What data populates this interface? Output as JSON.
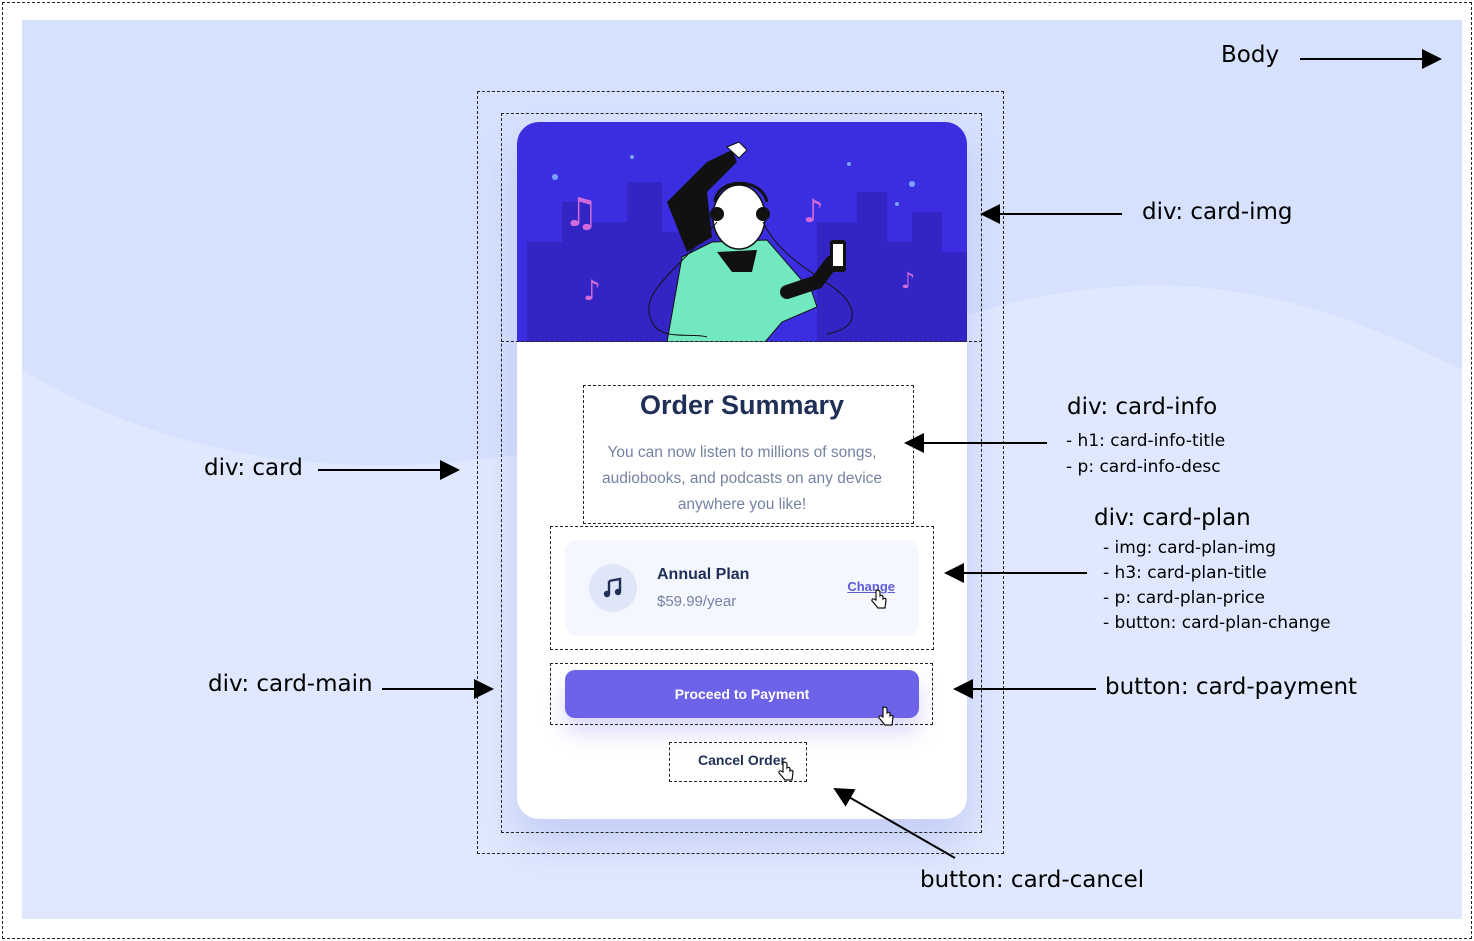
{
  "card": {
    "title": "Order Summary",
    "description": "You can now listen to millions of songs, audiobooks, and podcasts on any device anywhere you like!",
    "plan": {
      "title": "Annual Plan",
      "price": "$59.99/year",
      "change": "Change"
    },
    "payment_button": "Proceed to Payment",
    "cancel_button": "Cancel Order"
  },
  "labels": {
    "body": "Body",
    "card_img": "div: card-img",
    "card_info": "div: card-info",
    "card_info_items": [
      "- h1: card-info-title",
      "- p: card-info-desc"
    ],
    "card": "div: card",
    "card_plan": "div: card-plan",
    "card_plan_items": [
      "- img: card-plan-img",
      "- h3: card-plan-title",
      "- p: card-plan-price",
      "- button: card-plan-change"
    ],
    "card_main": "div: card-main",
    "card_payment": "button: card-payment",
    "card_cancel": "button: card-cancel"
  },
  "colors": {
    "background": "#d6e1fd",
    "hero": "#3b2ee0",
    "accent": "#6c63e8",
    "title": "#1f2f56",
    "muted": "#7582a3"
  },
  "icons": [
    "music-note-icon",
    "hand-cursor-icon",
    "arrow-icon"
  ]
}
